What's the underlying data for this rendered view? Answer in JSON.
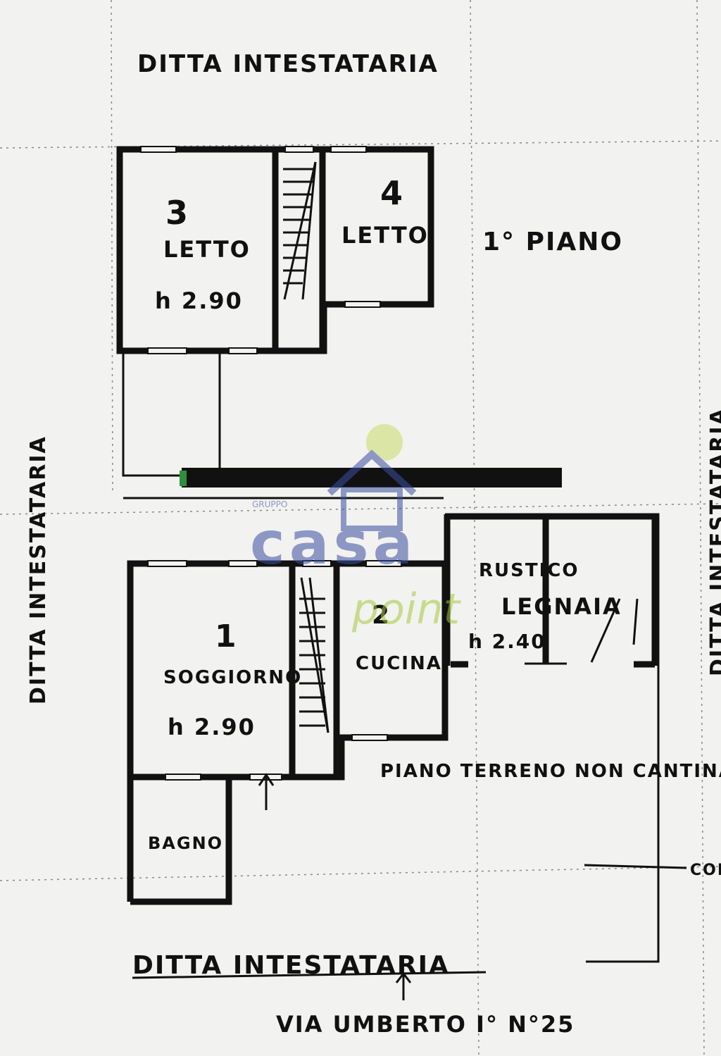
{
  "top_owner_label": "DITTA INTESTATARIA",
  "left_owner_label": "DITTA INTESTATARIA",
  "right_owner_label": "DITTA INTESTATARIA",
  "bottom_owner_label": "DITTA INTESTATARIA",
  "first_floor": {
    "title": "1° PIANO",
    "rooms": [
      {
        "number": "3",
        "name": "LETTO",
        "height": "h 2.90"
      },
      {
        "number": "4",
        "name": "LETTO"
      }
    ]
  },
  "ground_floor": {
    "title": "PIANO TERRENO NON CANTINA",
    "rooms": [
      {
        "number": "1",
        "name": "SOGGIORNO",
        "height": "h 2.90"
      },
      {
        "number": "2",
        "name": "CUCINA"
      },
      {
        "name_line1": "RUSTICO",
        "name_line2": "LEGNAIA",
        "height": "h 2.40"
      },
      {
        "name": "BAGNO"
      }
    ],
    "edge_label": "COR"
  },
  "address": "VIA UMBERTO I° N°25",
  "watermark": {
    "group": "GRUPPO",
    "brand1": "casa",
    "brand2": "point",
    "accent": "#a8c83a",
    "brand_color": "#3a4fa0"
  }
}
